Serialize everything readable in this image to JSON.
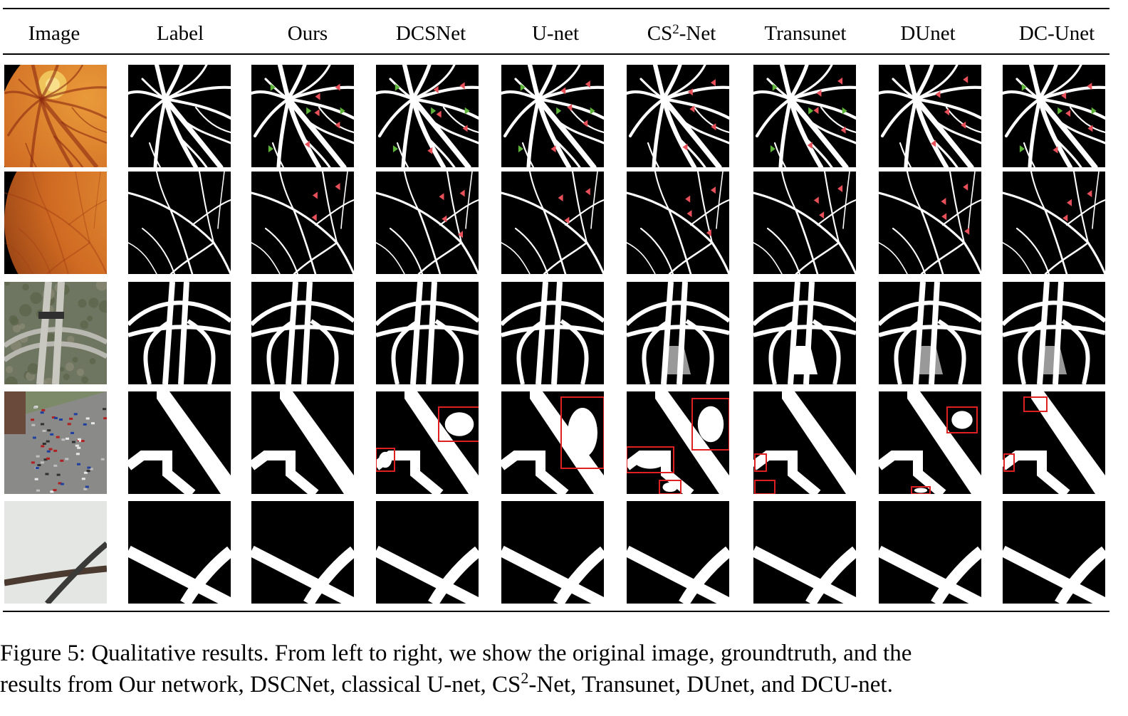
{
  "table": {
    "columns": [
      {
        "label": "Image"
      },
      {
        "label": "Label"
      },
      {
        "label": "Ours"
      },
      {
        "label": "DCSNet"
      },
      {
        "label": "U-net"
      },
      {
        "label_pre": "CS",
        "label_sup": "2",
        "label_post": "-Net"
      },
      {
        "label": "Transunet"
      },
      {
        "label": "DUnet"
      },
      {
        "label": "DC-Unet"
      }
    ],
    "rows": [
      {
        "kind": "retina-optic-disc"
      },
      {
        "kind": "retina-periphery"
      },
      {
        "kind": "aerial-highway"
      },
      {
        "kind": "aerial-parking"
      },
      {
        "kind": "crack-rod"
      }
    ],
    "marker_colors": {
      "correct": "#5fb53a",
      "error": "#e8515a",
      "box": "#e02020"
    }
  },
  "caption": {
    "line1": "Figure 5: Qualitative results. From left to right, we show the original image, groundtruth, and the",
    "line2_pre": "results from Our network, DSCNet, classical U-net, CS",
    "line2_sup": "2",
    "line2_post": "-Net, Transunet, DUnet, and DCU-net."
  }
}
